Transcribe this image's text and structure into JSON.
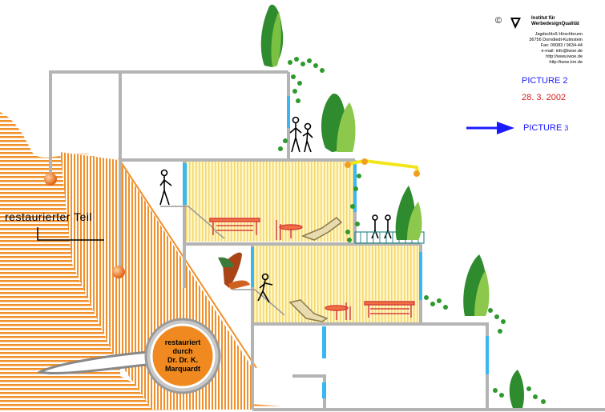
{
  "logo": {
    "copyright": "©",
    "org_line1": "Institut für",
    "org_line2": "WerbedesignQualität",
    "address_lines": [
      "Jagdschloß Hirschbrunn",
      "36756 Dorndiedt-Kulmstein",
      "Fax: 09083 / 9634-44",
      "e-mail: info@iwoe.de",
      "http://www.iwoe.de",
      "http://iwoe.km.de"
    ]
  },
  "picture_label": "PICTURE 2",
  "date": "28. 3. 2002",
  "next_link": {
    "label": "PICTURE",
    "number": "3"
  },
  "section_label": "restaurierter Teil",
  "badge": {
    "line1": "restauriert",
    "line2": "durch",
    "line3": "Dr. Dr. K.",
    "line4": "Marquardt"
  },
  "colors": {
    "accent_blue": "#1a1aff",
    "date_red": "#d42020",
    "hill_orange": "#f0902a",
    "frame_grey": "#b4b4b4",
    "badge_orange": "#f08a20",
    "foliage_green": "#2e8b2e"
  }
}
